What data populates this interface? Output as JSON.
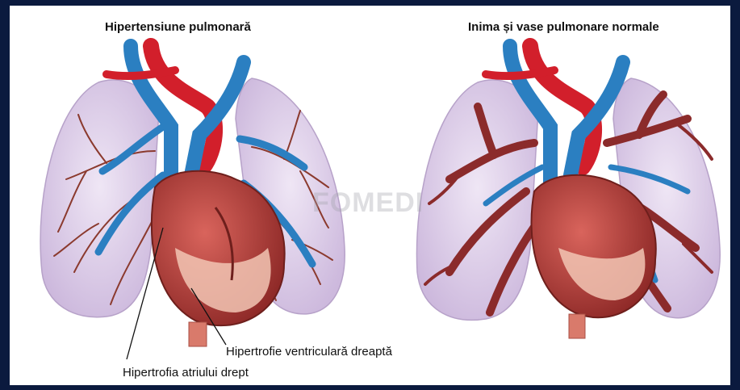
{
  "diagram": {
    "left_title": "Hipertensiune pulmonară",
    "right_title": "Inima și vase pulmonare normale",
    "labels": {
      "right_ventricular": "Hipertrofie ventriculară dreaptă",
      "right_atrial": "Hipertrofia atriului drept"
    },
    "watermark": "FOMEDI"
  },
  "colors": {
    "background": "#0b1a3e",
    "lung": "#ddd0ea",
    "artery": "#d21f2b",
    "vein": "#2b7fc1",
    "heart": "#b6413c",
    "pulmonary_vessel": "#8b2b2b"
  }
}
